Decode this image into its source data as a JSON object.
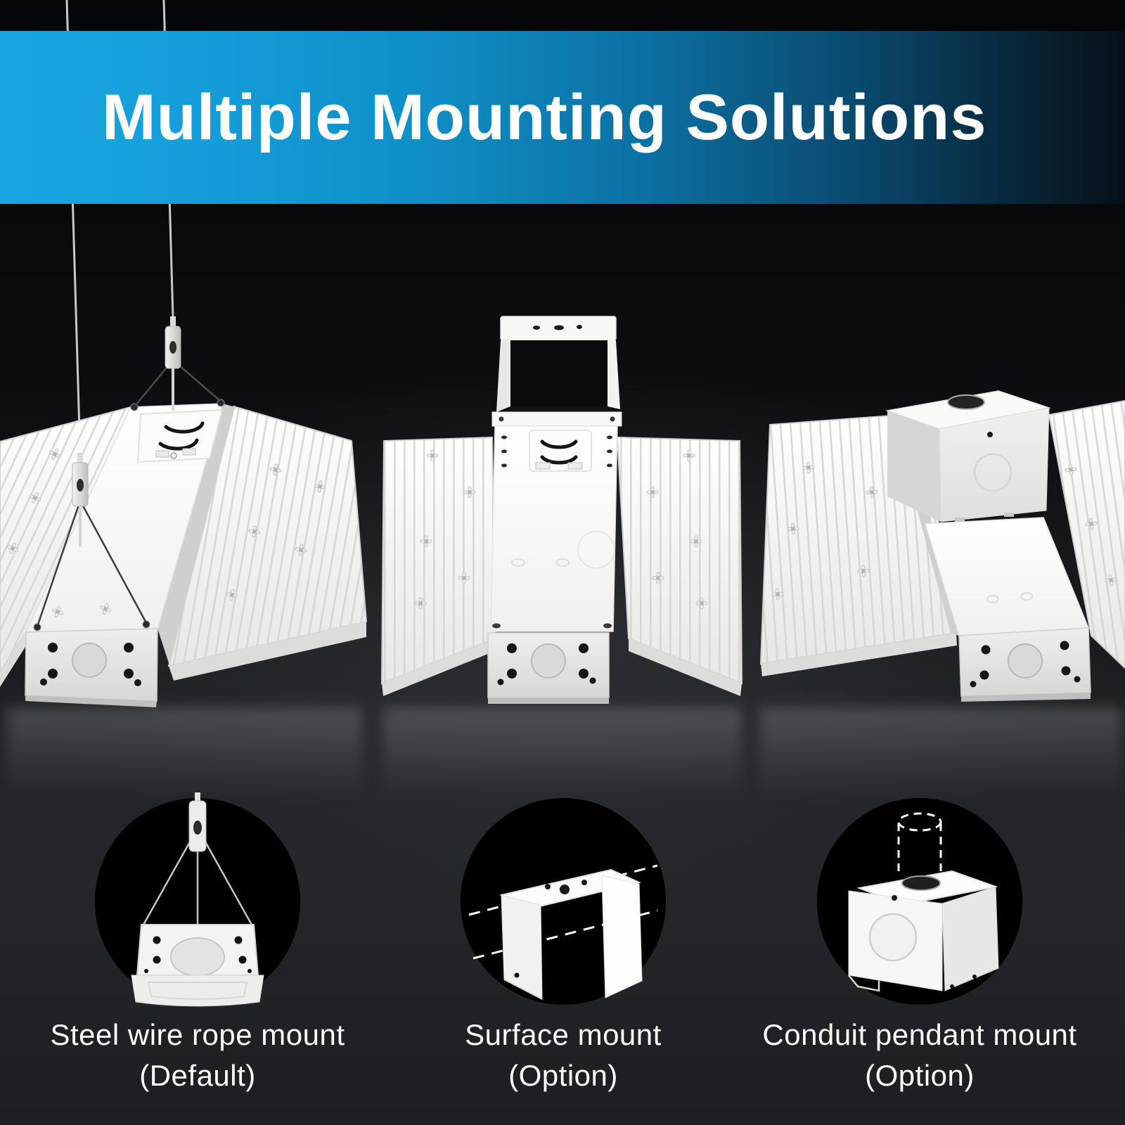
{
  "header": {
    "title": "Multiple Mounting Solutions"
  },
  "options": [
    {
      "label": "Steel wire rope mount",
      "qualifier": "(Default)",
      "icon": "wire-gripper-v-cables-icon"
    },
    {
      "label": "Surface mount",
      "qualifier": "(Option)",
      "icon": "u-bracket-icon"
    },
    {
      "label": "Conduit pendant mount",
      "qualifier": "(Option)",
      "icon": "junction-box-conduit-icon"
    }
  ],
  "scene": {
    "fixtures": [
      {
        "name": "high-bay-with-steel-wire-rope-mount"
      },
      {
        "name": "high-bay-with-surface-mount-bracket"
      },
      {
        "name": "high-bay-with-conduit-pendant-box"
      }
    ]
  },
  "colors": {
    "banner_gradient_start": "#16a2de",
    "banner_gradient_end": "#071019",
    "background": "#101214",
    "inset_circle": "#000000",
    "text": "#ffffff",
    "fixture_white": "#f4f4f2"
  }
}
